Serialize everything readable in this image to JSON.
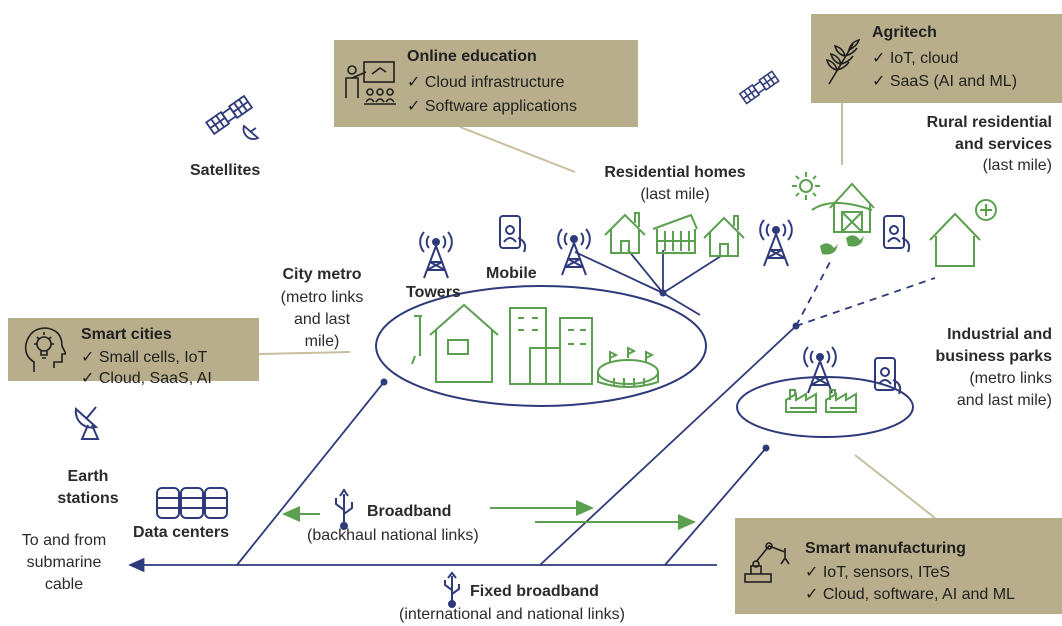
{
  "colors": {
    "navy": "#2e3a7a",
    "green": "#5aa04f",
    "tan": "#b8ae8b",
    "tan_line": "#c8bf9f"
  },
  "boxes": {
    "online_education": {
      "title": "Online education",
      "items": [
        "✓ Cloud infrastructure",
        "✓ Software applications"
      ],
      "icon": "teacher-classroom-icon"
    },
    "agritech": {
      "title": "Agritech",
      "items": [
        "✓ IoT, cloud",
        "✓ SaaS (AI and ML)"
      ],
      "icon": "wheat-icon"
    },
    "smart_cities": {
      "title": "Smart cities",
      "items": [
        "✓ Small cells, IoT",
        "✓ Cloud, SaaS, AI"
      ],
      "icon": "head-lightbulb-icon"
    },
    "smart_manufacturing": {
      "title": "Smart manufacturing",
      "items": [
        "✓ IoT, sensors, ITeS",
        "✓ Cloud, software, AI and ML"
      ],
      "icon": "robot-arm-icon"
    }
  },
  "labels": {
    "satellites": "Satellites",
    "residential_title": "Residential homes",
    "residential_sub": "(last mile)",
    "rural_l1": "Rural residential",
    "rural_l2": "and services",
    "rural_l3": "(last mile)",
    "city_title": "City metro",
    "city_l1": "(metro links",
    "city_l2": "and last",
    "city_l3": "mile)",
    "towers": "Towers",
    "mobile": "Mobile",
    "industrial_l1": "Industrial and",
    "industrial_l2": "business parks",
    "industrial_l3": "(metro links",
    "industrial_l4": "and last mile)",
    "earth_l1": "Earth",
    "earth_l2": "stations",
    "data_centers": "Data centers",
    "submarine_l1": "To and from",
    "submarine_l2": "submarine",
    "submarine_l3": "cable",
    "broadband_title": "Broadband",
    "broadband_sub": "(backhaul national links)",
    "fixed_title": "Fixed broadband",
    "fixed_sub": "(international and national links)"
  }
}
